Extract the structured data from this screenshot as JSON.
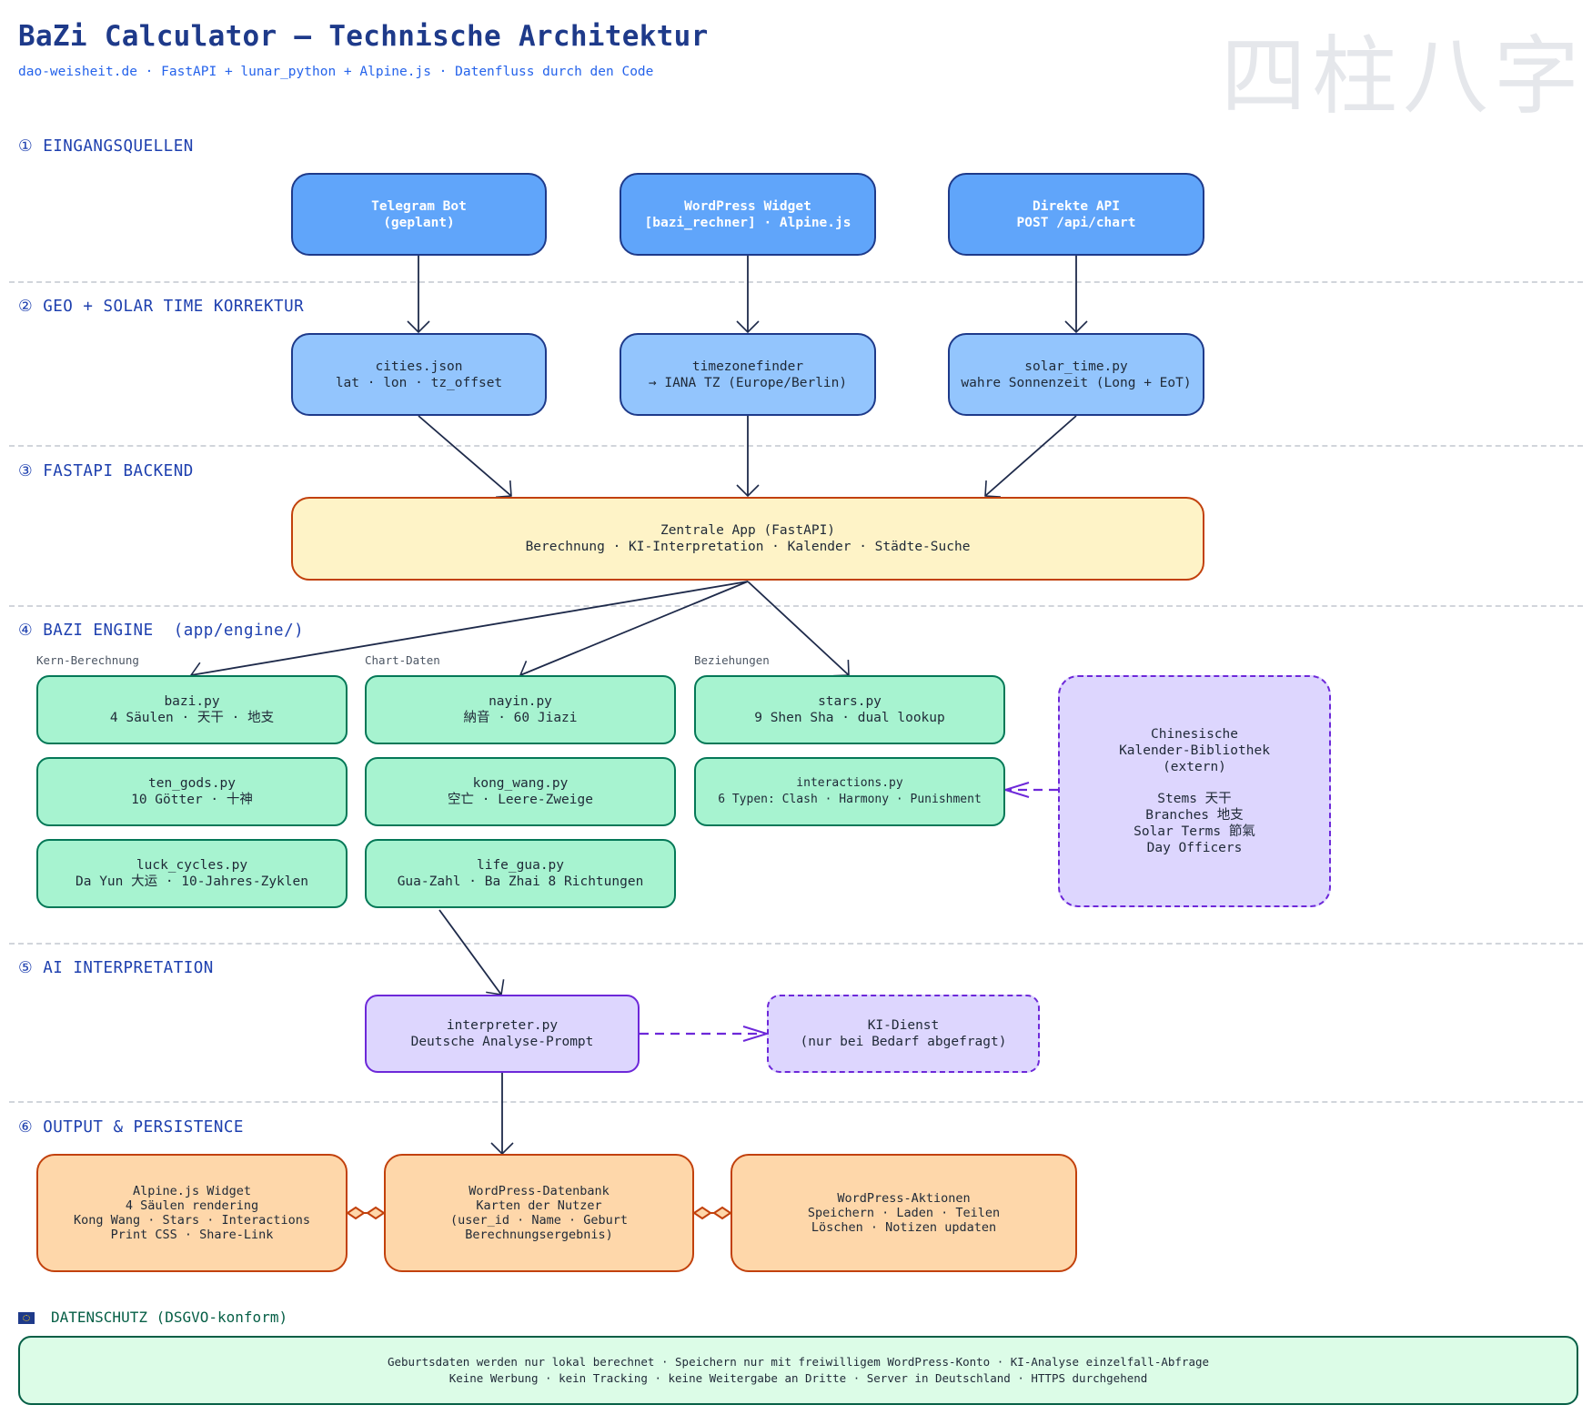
{
  "header": {
    "title": "BaZi Calculator — Technische Architektur",
    "subtitle": "dao-weisheit.de · FastAPI + lunar_python + Alpine.js · Datenfluss durch den Code",
    "watermark": "四柱八字"
  },
  "sections": {
    "s1": "① EINGANGSQUELLEN",
    "s2": "② GEO + SOLAR TIME KORREKTUR",
    "s3": "③ FASTAPI BACKEND",
    "s4": "④ BAZI ENGINE  (app/engine/)",
    "s5": "⑤ AI INTERPRETATION",
    "s6": "⑥ OUTPUT & PERSISTENCE"
  },
  "inputs": [
    {
      "line1": "Telegram Bot",
      "line2": "(geplant)"
    },
    {
      "line1": "WordPress Widget",
      "line2": "[bazi_rechner] · Alpine.js"
    },
    {
      "line1": "Direkte API",
      "line2": "POST /api/chart"
    }
  ],
  "geo": [
    {
      "line1": "cities.json",
      "line2": "lat · lon · tz_offset"
    },
    {
      "line1": "timezonefinder",
      "line2": "→ IANA TZ (Europe/Berlin)"
    },
    {
      "line1": "solar_time.py",
      "line2": "wahre Sonnenzeit (Long + EoT)"
    }
  ],
  "backend": {
    "line1": "Zentrale App (FastAPI)",
    "line2": "Berechnung · KI-Interpretation · Kalender · Städte-Suche"
  },
  "engine": {
    "col_labels": [
      "Kern-Berechnung",
      "Chart-Daten",
      "Beziehungen"
    ],
    "modules": [
      {
        "line1": "bazi.py",
        "line2": "4 Säulen · 天干 · 地支"
      },
      {
        "line1": "nayin.py",
        "line2": "納音 · 60 Jiazi"
      },
      {
        "line1": "stars.py",
        "line2": "9 Shen Sha · dual lookup"
      },
      {
        "line1": "ten_gods.py",
        "line2": "10 Götter · 十神"
      },
      {
        "line1": "kong_wang.py",
        "line2": "空亡 · Leere-Zweige"
      },
      {
        "line1": "interactions.py",
        "line2": "6 Typen: Clash · Harmony · Punishment"
      },
      {
        "line1": "luck_cycles.py",
        "line2": "Da Yun 大运 · 10-Jahres-Zyklen"
      },
      {
        "line1": "life_gua.py",
        "line2": "Gua-Zahl · Ba Zhai 8 Richtungen"
      }
    ],
    "external": {
      "lines": [
        "Chinesische",
        "Kalender-Bibliothek",
        "(extern)",
        "",
        "Stems 天干",
        "Branches 地支",
        "Solar Terms 節氣",
        "Day Officers"
      ]
    }
  },
  "ai": {
    "interpreter": {
      "line1": "interpreter.py",
      "line2": "Deutsche Analyse-Prompt"
    },
    "service": {
      "line1": "KI-Dienst",
      "line2": "(nur bei Bedarf abgefragt)"
    }
  },
  "output": [
    {
      "lines": [
        "Alpine.js Widget",
        "4 Säulen rendering",
        "Kong Wang · Stars · Interactions",
        "Print CSS · Share-Link"
      ]
    },
    {
      "lines": [
        "WordPress-Datenbank",
        "Karten der Nutzer",
        "(user_id · Name · Geburt",
        "Berechnungsergebnis)"
      ]
    },
    {
      "lines": [
        "WordPress-Aktionen",
        "Speichern · Laden · Teilen",
        "Löschen · Notizen updaten"
      ]
    }
  ],
  "privacy": {
    "label": "DATENSCHUTZ (DSGVO-konform)",
    "line1": "Geburtsdaten werden nur lokal berechnet · Speichern nur mit freiwilligem WordPress-Konto · KI-Analyse einzelfall-Abfrage",
    "line2": "Keine Werbung · kein Tracking · keine Weitergabe an Dritte · Server in Deutschland · HTTPS durchgehend"
  },
  "colors": {
    "arrow": "#1e2a4a",
    "dashed_arrow": "#6d28d9",
    "diamond": "#c2410c"
  }
}
